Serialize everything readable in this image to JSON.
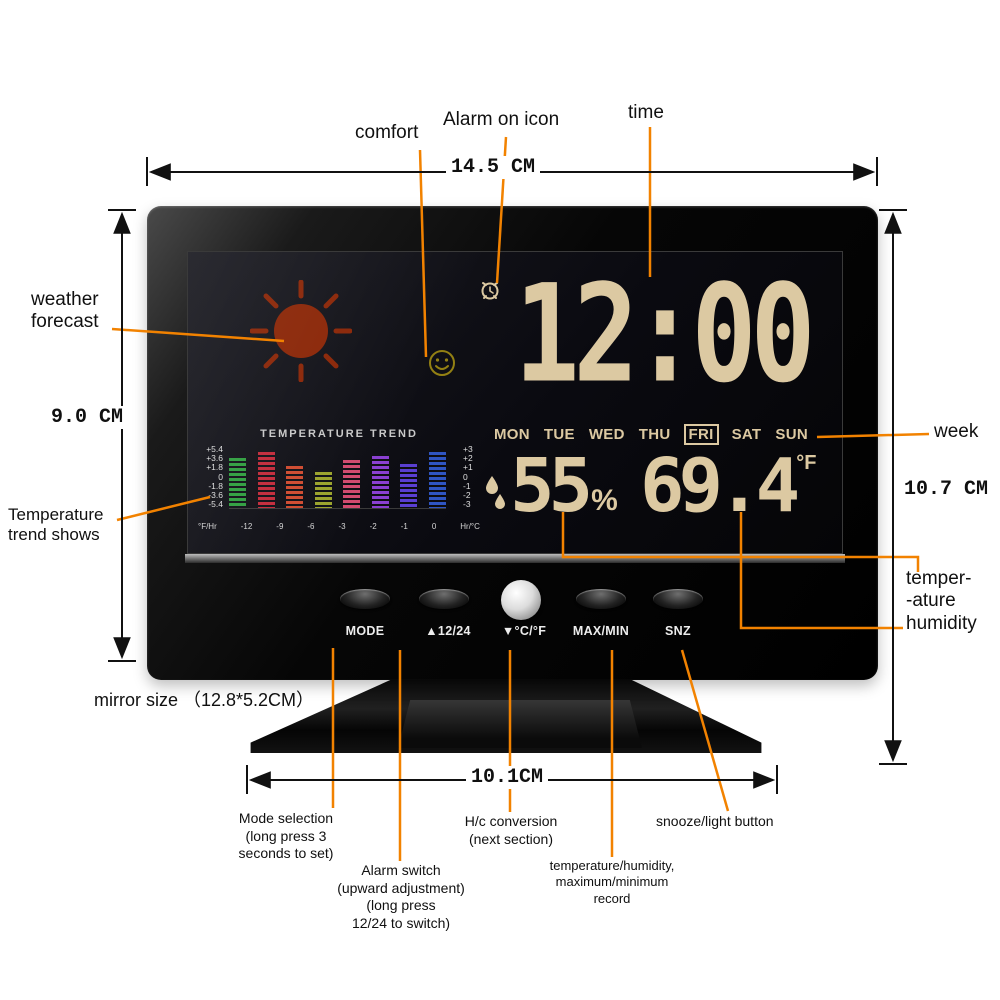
{
  "callouts": {
    "comfort": "comfort",
    "alarm_on_icon": "Alarm on icon",
    "time": "time",
    "weather_forecast": "weather\nforecast",
    "temperature_trend": "Temperature\ntrend shows",
    "week": "week",
    "temp_humidity": "temper-\n-ature\nhumidity",
    "mirror_size": "mirror size （12.8*5.2CM）",
    "mode_selection": "Mode selection\n(long press 3\nseconds to set)",
    "alarm_switch": "Alarm switch\n(upward adjustment)\n(long press\n12/24 to switch)",
    "hc_conversion": "H/c conversion\n(next section)",
    "temp_humidity_record": "temperature/humidity,\nmaximum/minimum\nrecord",
    "snooze": "snooze/light button"
  },
  "dimensions": {
    "top_width": "14.5 CM",
    "left_height": "9.0 CM",
    "right_height": "10.7 CM",
    "bottom_width": "10.1CM"
  },
  "device": {
    "time": "12:00",
    "days": [
      "MON",
      "TUE",
      "WED",
      "THU",
      "FRI",
      "SAT",
      "SUN"
    ],
    "active_day": "FRI",
    "humidity_value": "55",
    "humidity_unit": "%",
    "temperature_value": "69.4",
    "temperature_unit": "°F",
    "trend": {
      "title": "TEMPERATURE TREND",
      "left_scale": [
        "+5.4",
        "+3.6",
        "+1.8",
        "0",
        "-1.8",
        "-3.6",
        "-5.4"
      ],
      "right_scale": [
        "+3",
        "+2",
        "+1",
        "0",
        "-1",
        "-2",
        "-3"
      ],
      "x_labels": [
        "-12",
        "-9",
        "-6",
        "-3",
        "-2",
        "-1",
        "0"
      ],
      "unit_left": "°F/Hr",
      "unit_right": "Hr/°C",
      "bars": [
        {
          "c": "#2f9e3f",
          "h": 50
        },
        {
          "c": "#c22a3a",
          "h": 56
        },
        {
          "c": "#cf4a2f",
          "h": 42
        },
        {
          "c": "#9aa32c",
          "h": 36
        },
        {
          "c": "#d14a6e",
          "h": 48
        },
        {
          "c": "#8a3fd1",
          "h": 52
        },
        {
          "c": "#5a3fd1",
          "h": 44
        },
        {
          "c": "#2f55c2",
          "h": 56
        }
      ]
    },
    "buttons": [
      "MODE",
      "▲12/24",
      "▼°C/°F",
      "MAX/MIN",
      "SNZ"
    ]
  },
  "colors": {
    "callout_line": "#F28200",
    "dimension_line": "#111111",
    "lcd_text": "#dcc9a2"
  }
}
